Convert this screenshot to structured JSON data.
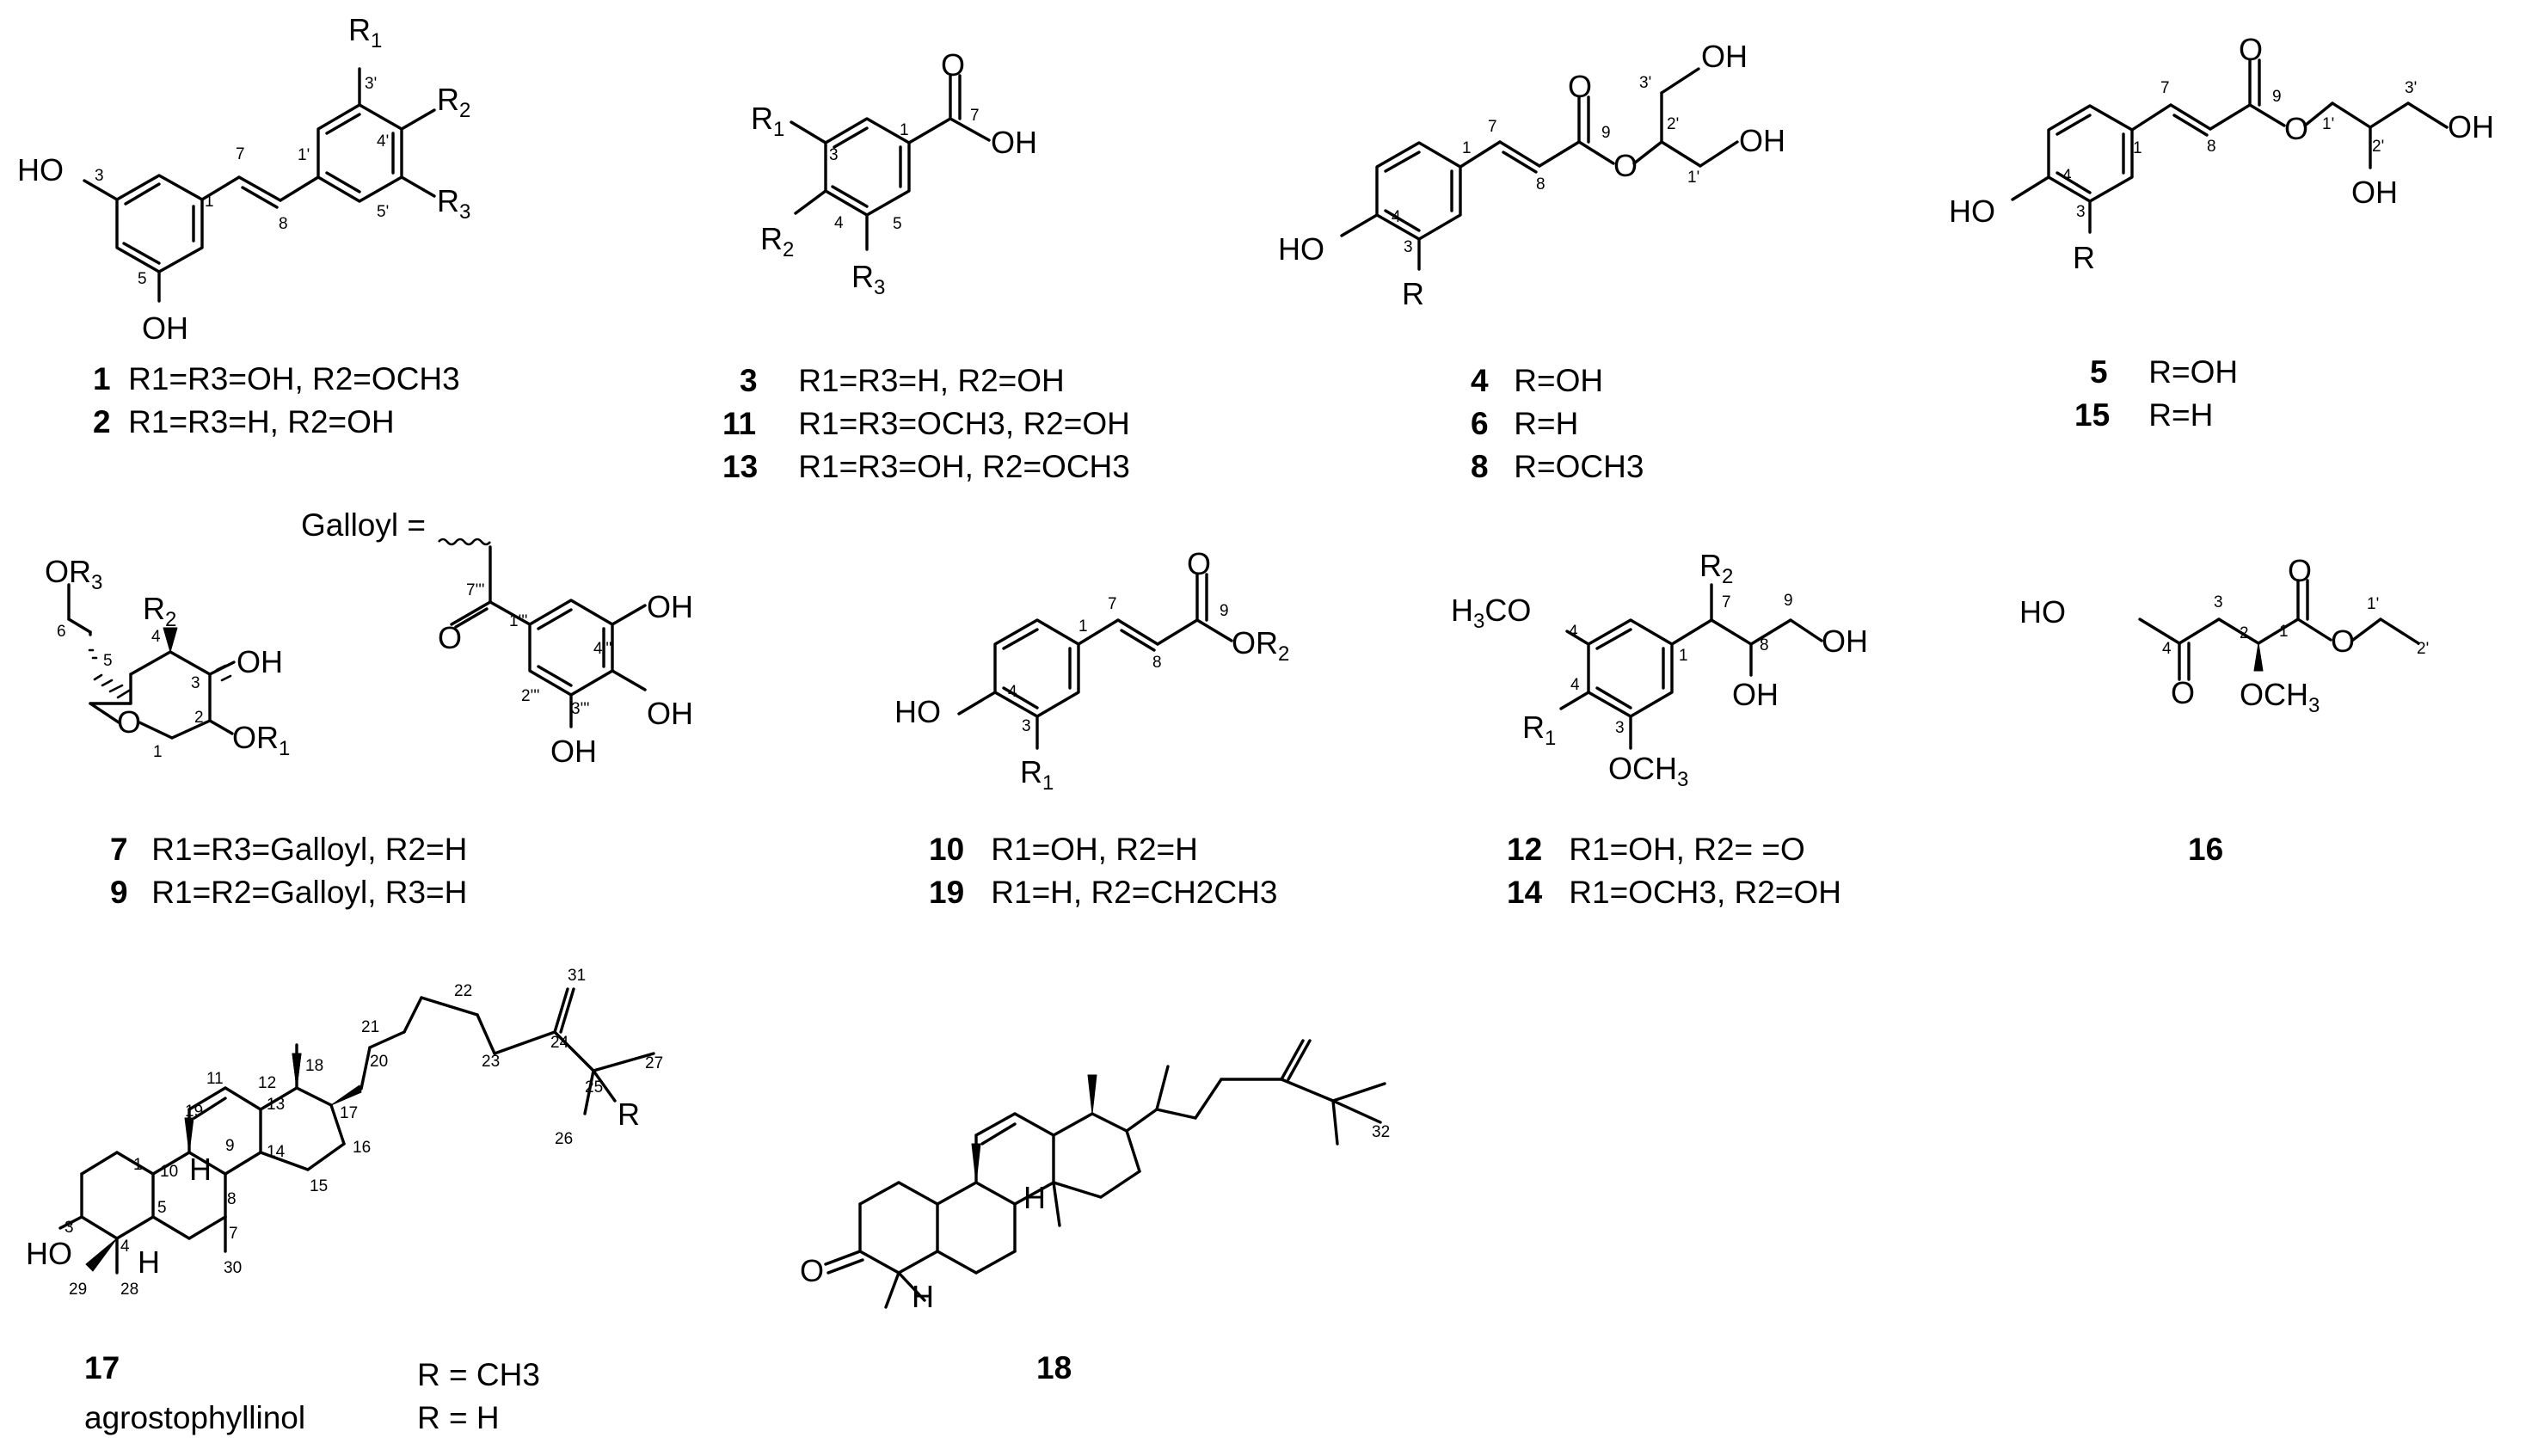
{
  "compound_labels": {
    "c1": {
      "id": "1",
      "text": "R1=R3=OH, R2=OCH3"
    },
    "c2": {
      "id": "2",
      "text": "R1=R3=H, R2=OH"
    },
    "c3": {
      "id": "3",
      "text": "R1=R3=H, R2=OH"
    },
    "c11": {
      "id": "11",
      "text": "R1=R3=OCH3, R2=OH"
    },
    "c13": {
      "id": "13",
      "text": "R1=R3=OH, R2=OCH3"
    },
    "c4": {
      "id": "4",
      "text": "R=OH"
    },
    "c6": {
      "id": "6",
      "text": "R=H"
    },
    "c8": {
      "id": "8",
      "text": "R=OCH3"
    },
    "c5": {
      "id": "5",
      "text": "R=OH"
    },
    "c15": {
      "id": "15",
      "text": "R=H"
    },
    "c7": {
      "id": "7",
      "text": "R1=R3=Galloyl, R2=H"
    },
    "c9": {
      "id": "9",
      "text": "R1=R2=Galloyl, R3=H"
    },
    "c10": {
      "id": "10",
      "text": "R1=OH, R2=H"
    },
    "c19": {
      "id": "19",
      "text": "R1=H, R2=CH2CH3"
    },
    "c12": {
      "id": "12",
      "text": "R1=OH, R2= =O"
    },
    "c14": {
      "id": "14",
      "text": "R1=OCH3, R2=OH"
    },
    "c16": {
      "id": "16"
    },
    "c17": {
      "id": "17",
      "text": "R = CH3"
    },
    "c18": {
      "id": "18"
    },
    "agro": {
      "name": "agrostophyllinol",
      "text": "R = H"
    }
  },
  "galloyl_label": "Galloyl ="
}
